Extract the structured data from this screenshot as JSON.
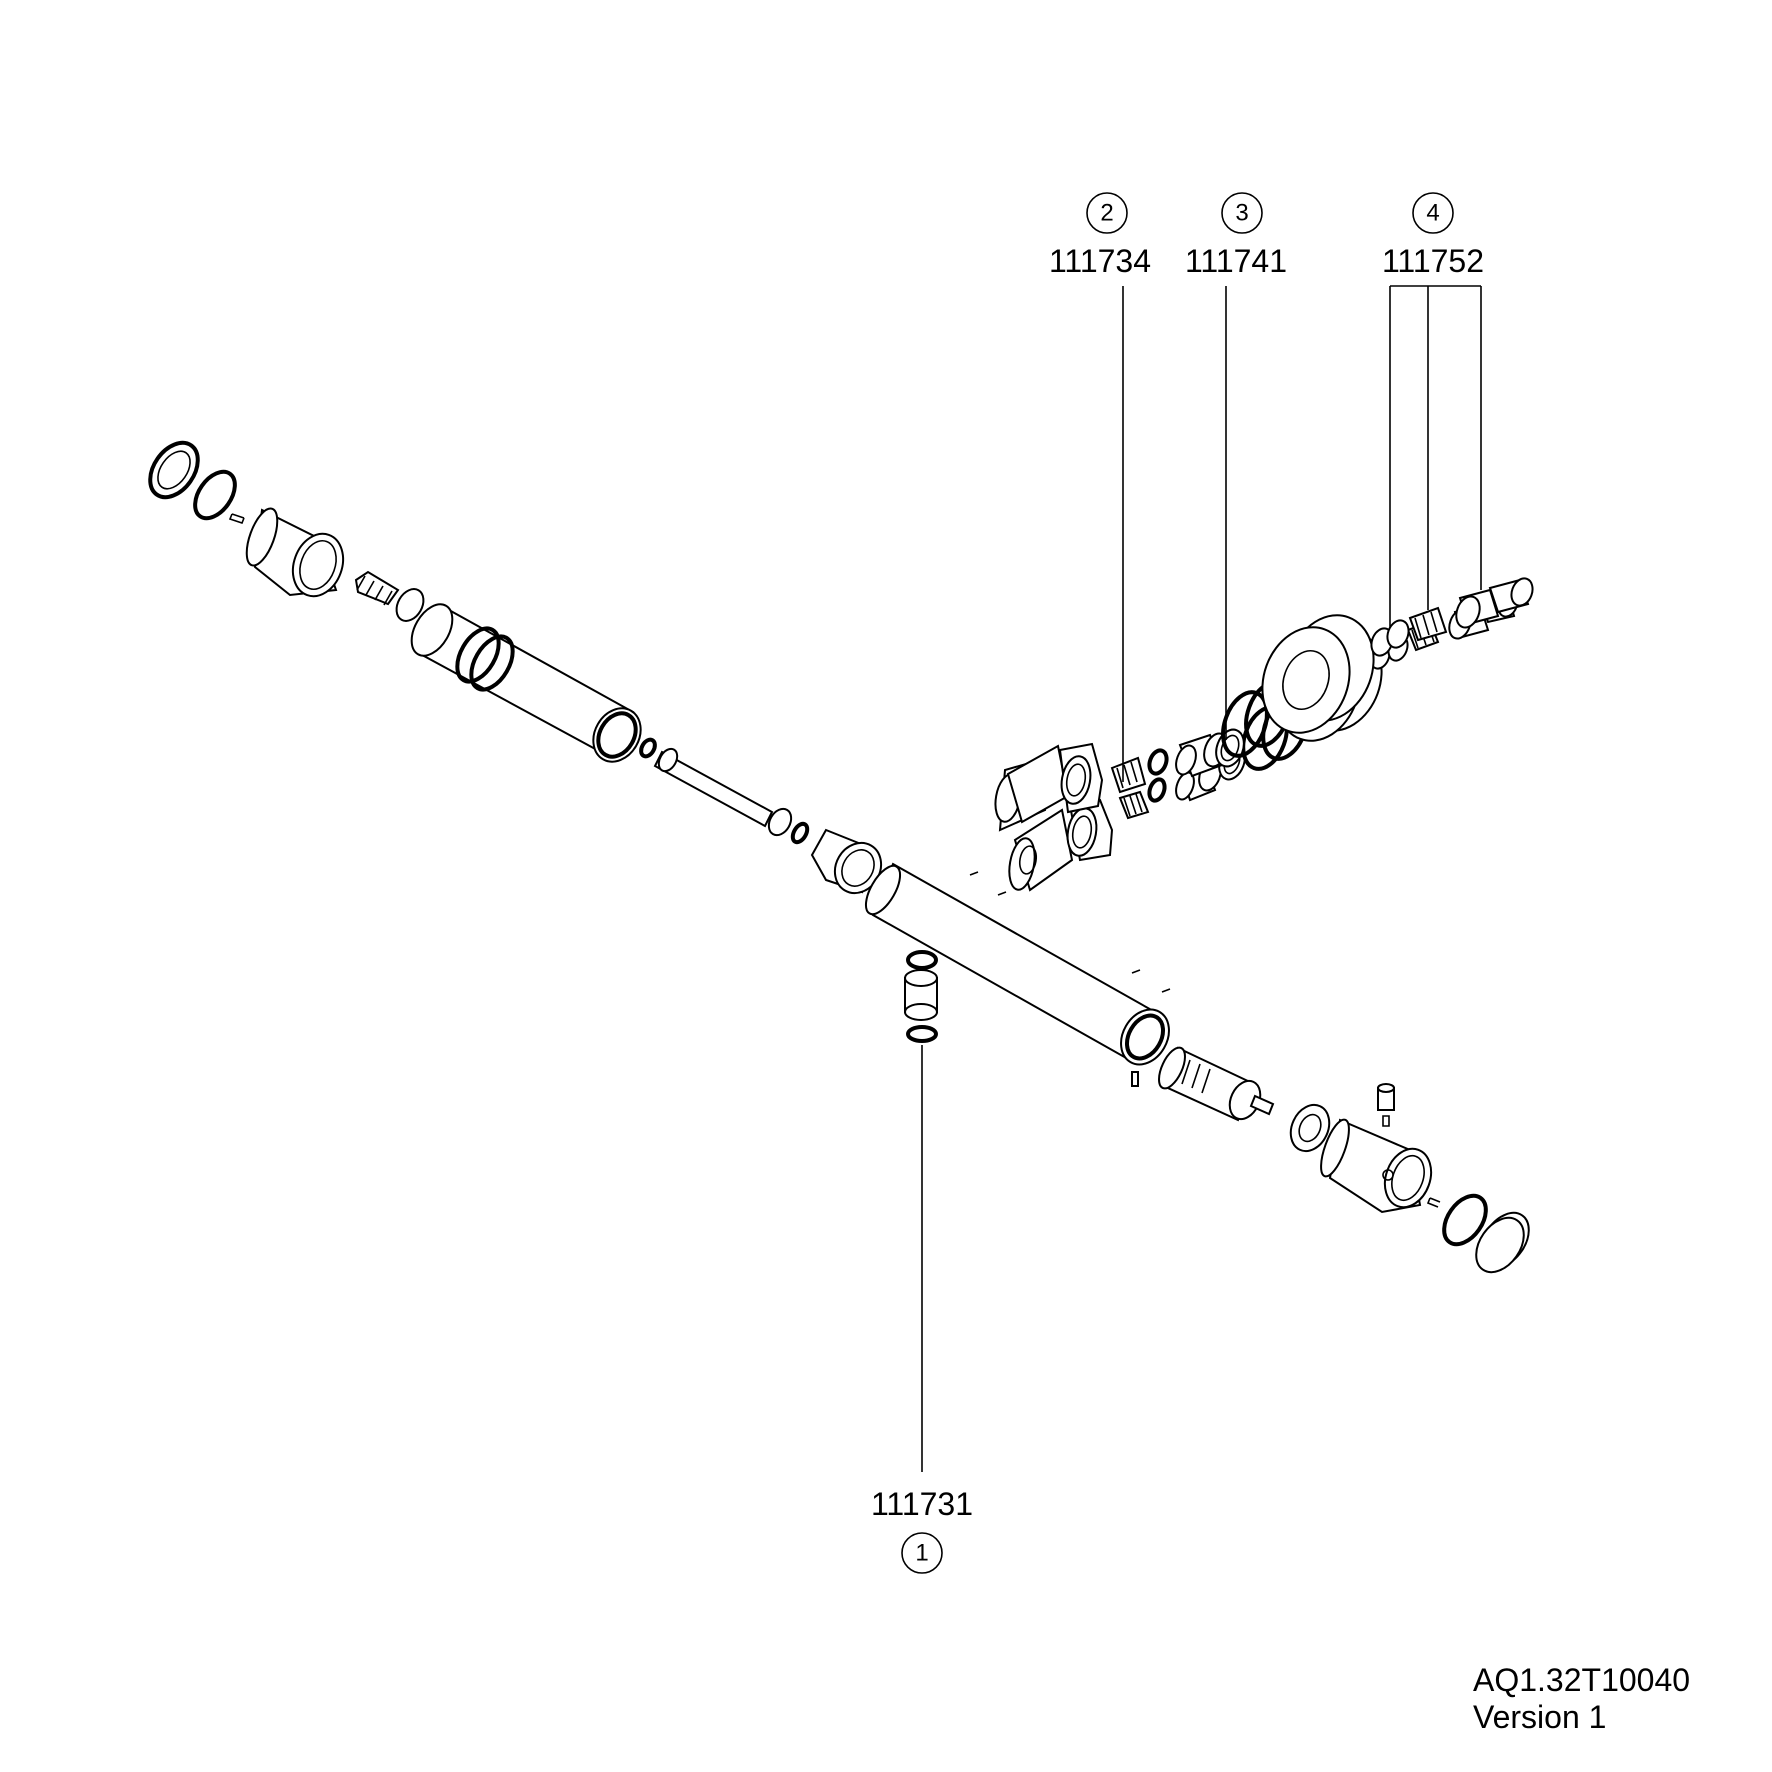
{
  "callouts": [
    {
      "index": "1",
      "part_number": "111731"
    },
    {
      "index": "2",
      "part_number": "111734"
    },
    {
      "index": "3",
      "part_number": "111741"
    },
    {
      "index": "4",
      "part_number": "111752"
    }
  ],
  "document": {
    "reference": "AQ1.32T10040",
    "version": "Version 1"
  }
}
